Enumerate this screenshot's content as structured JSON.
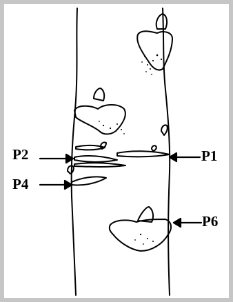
{
  "labels": {
    "p1": "P1",
    "p2": "P2",
    "p4": "P4",
    "p6": "P6"
  },
  "colors": {
    "frame": "#c6c6c6",
    "ink": "#000000",
    "background": "#ffffff"
  }
}
